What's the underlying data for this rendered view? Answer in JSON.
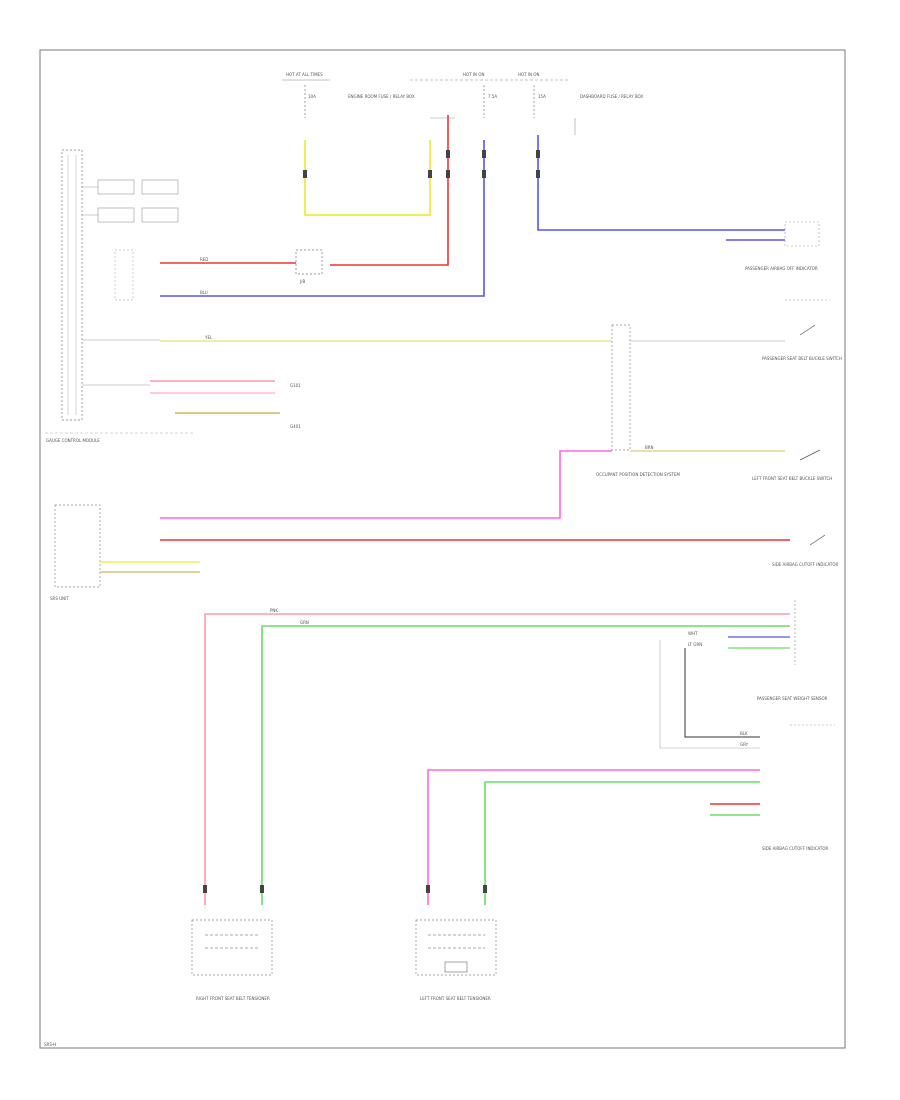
{
  "diagram": {
    "page_id": "SRS-H",
    "colors": {
      "red": "#ee3333",
      "blue": "#5555ee",
      "yellow": "#eeee55",
      "yellow_light": "#eeeeaa",
      "pink": "#ff66dd",
      "salmon": "#ff9aa8",
      "green": "#66dd66",
      "tan": "#d8c27a",
      "black": "#222222",
      "gray": "#888888"
    },
    "top_labels": {
      "hot_at_all_times": "HOT AT ALL TIMES",
      "hot_in_on": "HOT IN ON",
      "hot_in_on_2": "HOT IN ON",
      "fuse_10a": "10A",
      "fuse_7_5a": "7.5A",
      "fuse_15a": "15A",
      "engine_room_box": "ENGINE ROOM FUSE / RELAY BOX",
      "dash_fuse_box": "DASHBOARD FUSE / RELAY BOX"
    },
    "components": {
      "instrument_panel": "GAUGE CONTROL MODULE",
      "airbag_unit": "SRS UNIT",
      "passenger_indicator": "PASSENGER AIRBAG OFF INDICATOR",
      "belt_buckle_switch": "PASSENGER SEAT BELT BUCKLE SWITCH",
      "occupant_sensor": "OCCUPANT POSITION DETECTION SYSTEM",
      "left_seat_switch": "LEFT FRONT SEAT BELT BUCKLE SWITCH",
      "seat_weight_sensor": "PASSENGER SEAT WEIGHT SENSOR",
      "side_airbag_unit": "SIDE AIRBAG CUTOFF INDICATOR",
      "front_seat_right": "RIGHT FRONT SEAT BELT TENSIONER",
      "front_seat_left": "LEFT FRONT SEAT BELT TENSIONER",
      "ground_g1": "G101",
      "ground_g2": "G401",
      "relay_box": "J/B"
    },
    "wire_labels": {
      "red": "RED",
      "blu": "BLU",
      "yel": "YEL",
      "pnk": "PNK",
      "grn": "GRN",
      "brn": "BRN",
      "blk": "BLK",
      "wht": "WHT",
      "gry": "GRY",
      "lt_grn": "LT GRN"
    }
  }
}
